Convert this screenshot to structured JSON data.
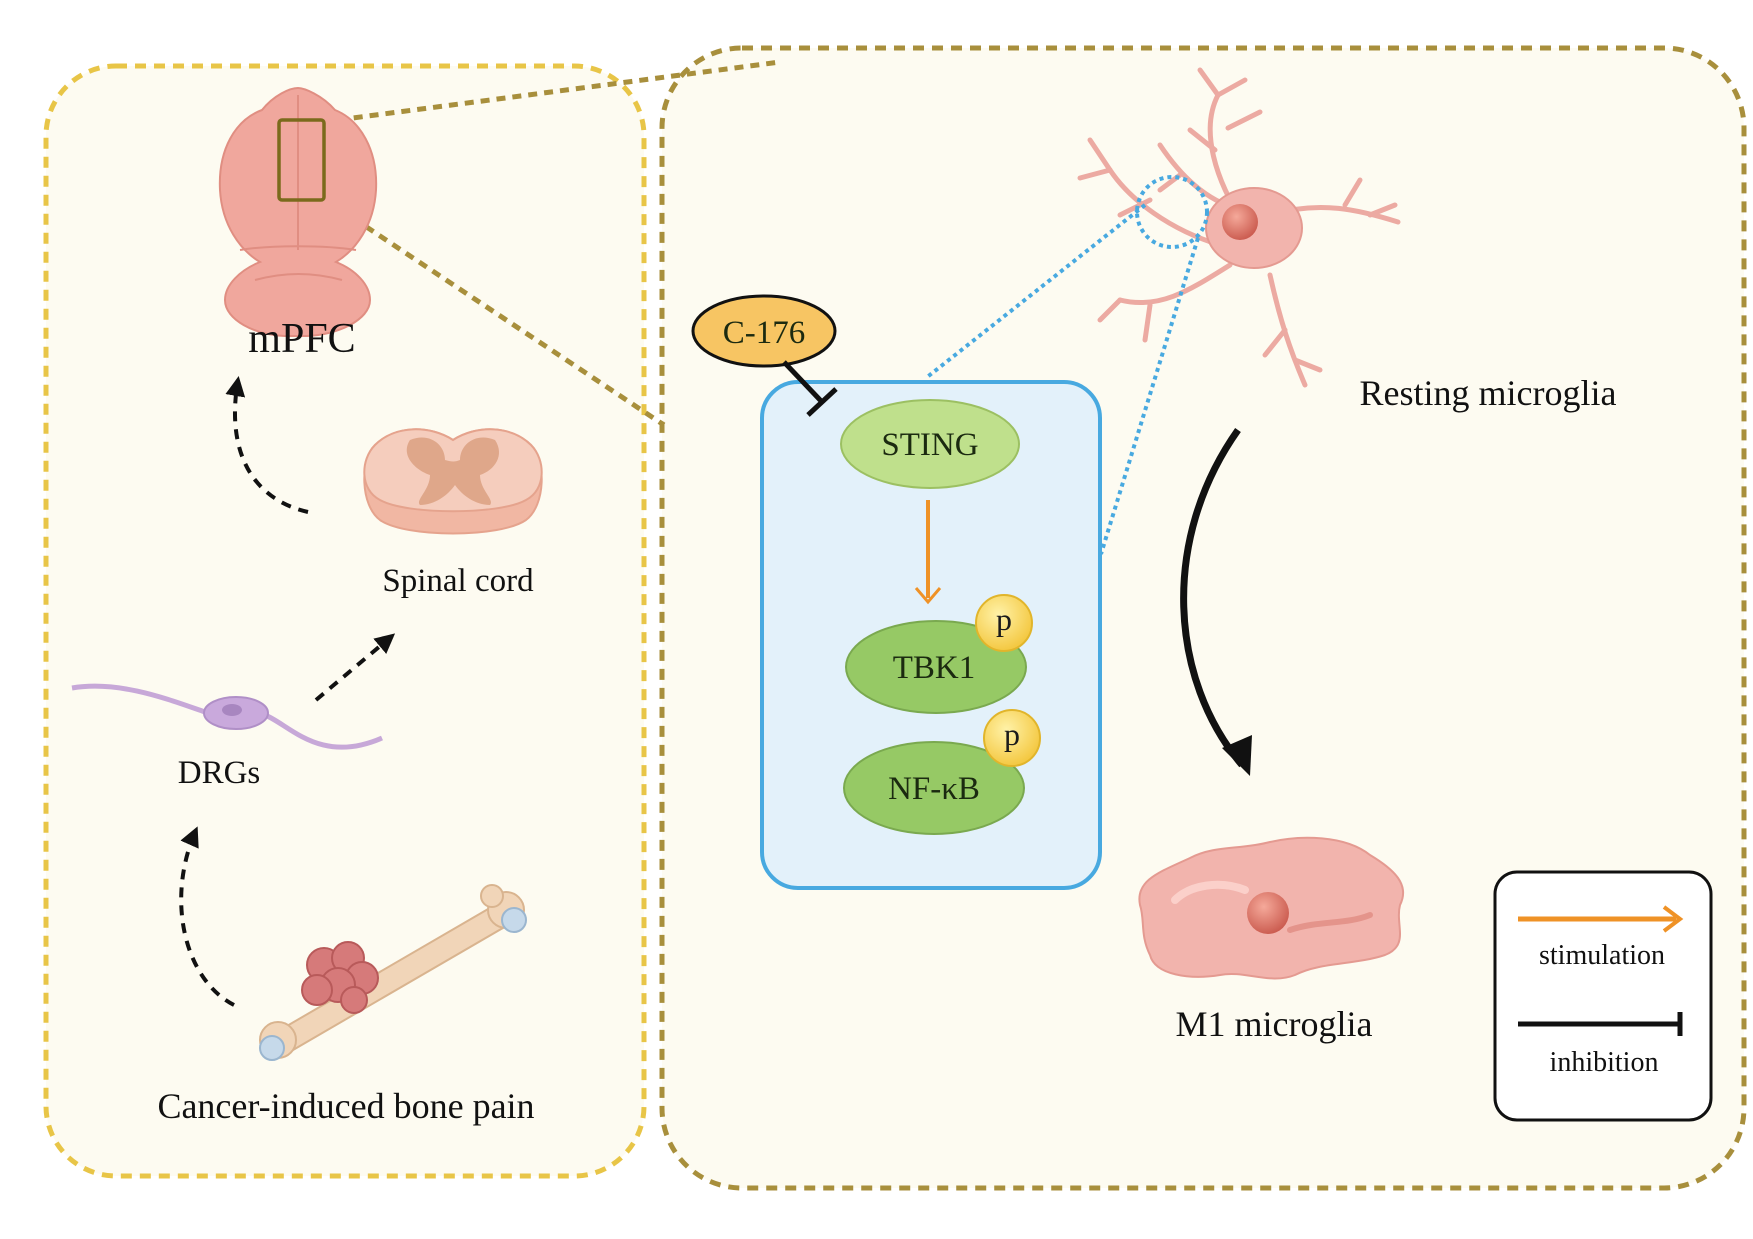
{
  "regions": {
    "left_panel": {
      "labels": {
        "brain": "mPFC",
        "spinal_cord": "Spinal cord",
        "drg": "DRGs",
        "bone": "Cancer-induced bone pain"
      }
    },
    "right_panel": {
      "resting_label": "Resting microglia",
      "m1_label": "M1 microglia",
      "inhibitor": "C-176",
      "pathway": {
        "sting": "STING",
        "tbk1": "TBK1",
        "nfkb": "NF-κB",
        "phospho": "p"
      }
    }
  },
  "legend": {
    "stimulation": "stimulation",
    "inhibition": "inhibition"
  },
  "colors": {
    "left_border": "#e8c547",
    "right_border": "#a88f3c",
    "panel_fill": "#fdfbf1",
    "cell_border": "#48a9e0",
    "cell_fill": "#e3f1fa",
    "sting_fill": "#bfe08c",
    "tbk_fill": "#96c965",
    "phospho_fill": "#f9d54a",
    "inhibitor_fill": "#f7c563",
    "stimulation_arrow": "#ef9226",
    "inhibition_line": "#111111",
    "microglia": "#f2b4ad",
    "brain": "#f0a79d"
  }
}
